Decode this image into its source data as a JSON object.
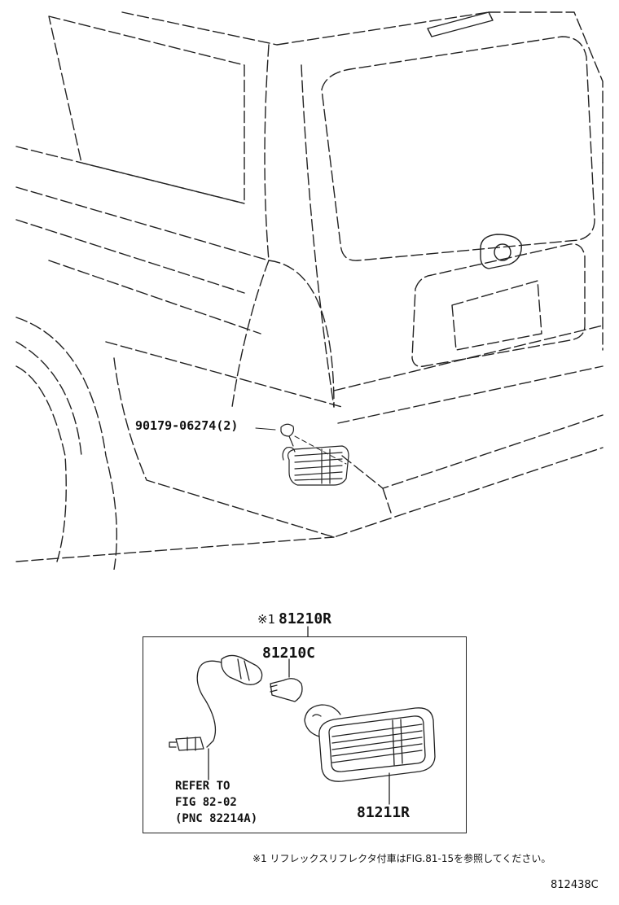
{
  "labels": {
    "clip_part": "90179-06274(2)",
    "assembly_prefix": "※1",
    "assembly_part": "81210R",
    "bulb_part": "81210C",
    "lens_part": "81211R",
    "refer_line1": "REFER TO",
    "refer_line2": "FIG 82-02",
    "refer_line3": "(PNC 82214A)"
  },
  "footnote": "※1 リフレックスリフレクタ付車はFIG.81-15を参照してください。",
  "figure_code": "812438C",
  "colors": {
    "line": "#222222",
    "background": "#ffffff"
  }
}
